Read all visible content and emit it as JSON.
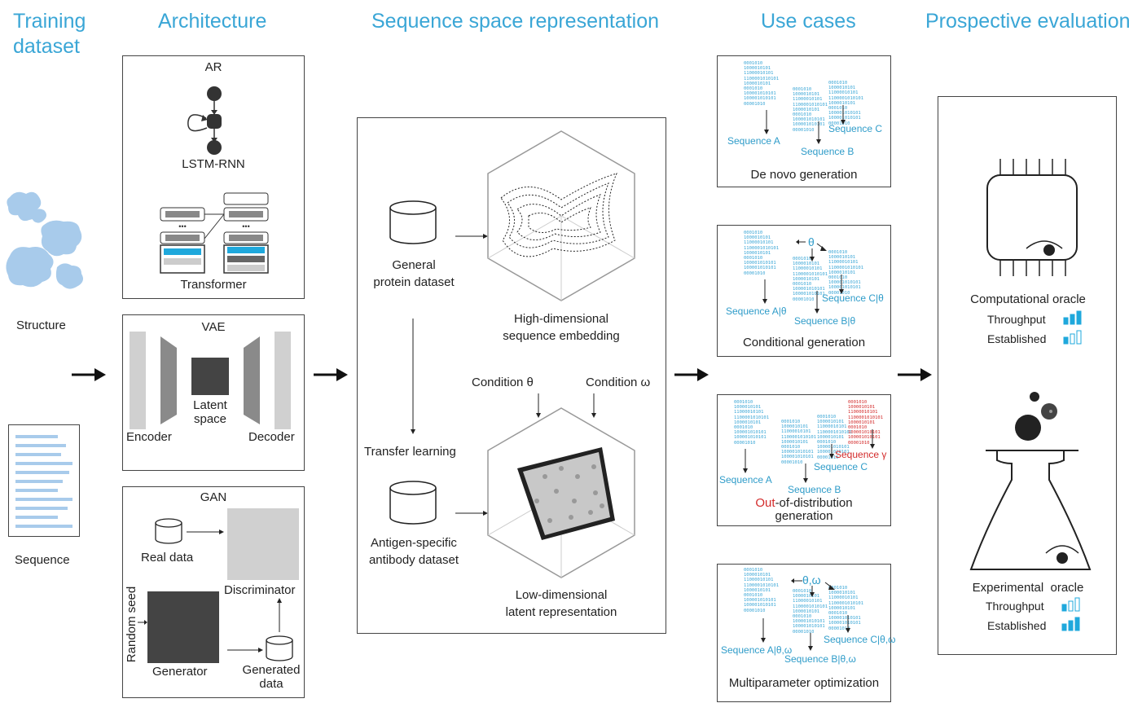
{
  "headers": {
    "training": "Training\ndataset",
    "architecture": "Architecture",
    "sequence_space": "Sequence space representation",
    "use_cases": "Use cases",
    "prospective": "Prospective evaluation"
  },
  "training": {
    "structure": "Structure",
    "sequence": "Sequence"
  },
  "architecture": {
    "ar": {
      "title": "AR",
      "lstm": "LSTM-RNN",
      "transformer": "Transformer"
    },
    "vae": {
      "title": "VAE",
      "latent": "Latent\nspace",
      "encoder": "Encoder",
      "decoder": "Decoder"
    },
    "gan": {
      "title": "GAN",
      "real_data": "Real data",
      "discriminator": "Discriminator",
      "random_seed": "Random seed",
      "generator": "Generator",
      "generated": "Generated\ndata"
    }
  },
  "sequence_space": {
    "general": "General\nprotein dataset",
    "high_dim": "High-dimensional\nsequence embedding",
    "condition_theta": "Condition θ",
    "condition_omega": "Condition ω",
    "transfer": "Transfer learning",
    "antigen": "Antigen-specific\nantibody dataset",
    "low_dim": "Low-dimensional\nlatent representation"
  },
  "use_cases": {
    "denovo": {
      "title": "De novo generation",
      "a": "Sequence A",
      "b": "Sequence B",
      "c": "Sequence C"
    },
    "conditional": {
      "title": "Conditional generation",
      "theta": "θ",
      "a": "Sequence A|θ",
      "b": "Sequence B|θ",
      "c": "Sequence C|θ"
    },
    "ood": {
      "title_red": "Out",
      "title_rest": "-of-distribution\ngeneration",
      "a": "Sequence A",
      "b": "Sequence B",
      "c": "Sequence C",
      "g": "Sequence γ"
    },
    "multi": {
      "title": "Multiparameter optimization",
      "params": "θ,ω",
      "a": "Sequence A|θ,ω",
      "b": "Sequence B|θ,ω",
      "c": "Sequence C|θ,ω"
    }
  },
  "prospective": {
    "computational": "Computational oracle",
    "experimental": "Experimental  oracle",
    "throughput": "Throughput",
    "established": "Established",
    "levels": {
      "computational_throughput": 3,
      "computational_established": 1,
      "experimental_throughput": 1,
      "experimental_established": 3
    }
  },
  "binary_text": "0001010\n1000010101\n11000010101\n1100001010101\n1000010101\n0001010\n100001010101\n100001010101\n00001010",
  "colors": {
    "header": "#3aa6d6",
    "blue": "#2f9cc9",
    "red": "#d32b2b",
    "dark": "#444444"
  }
}
